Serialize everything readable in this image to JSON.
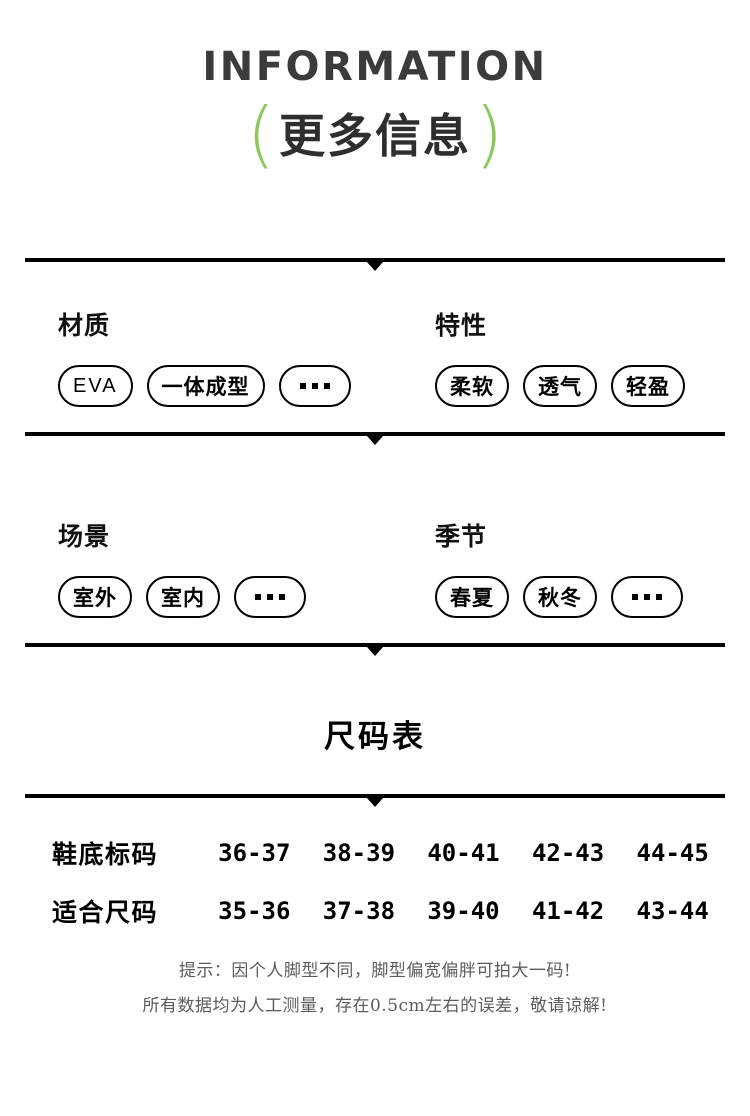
{
  "header": {
    "title": "INFORMATION",
    "paren_left": "(",
    "paren_right": ")",
    "subtitle": "更多信息",
    "accent_color": "#8cc75a",
    "title_color": "#3b3b3b"
  },
  "attributes": [
    {
      "left": {
        "label": "材质",
        "tags": [
          {
            "text": "EVA",
            "kind": "latin"
          },
          {
            "text": "一体成型",
            "kind": "cjk"
          },
          {
            "text": "···",
            "kind": "dots"
          }
        ]
      },
      "right": {
        "label": "特性",
        "tags": [
          {
            "text": "柔软",
            "kind": "cjk"
          },
          {
            "text": "透气",
            "kind": "cjk"
          },
          {
            "text": "轻盈",
            "kind": "cjk"
          }
        ]
      }
    },
    {
      "left": {
        "label": "场景",
        "tags": [
          {
            "text": "室外",
            "kind": "cjk"
          },
          {
            "text": "室内",
            "kind": "cjk"
          },
          {
            "text": "···",
            "kind": "dots"
          }
        ]
      },
      "right": {
        "label": "季节",
        "tags": [
          {
            "text": "春夏",
            "kind": "cjk"
          },
          {
            "text": "秋冬",
            "kind": "cjk"
          },
          {
            "text": "···",
            "kind": "dots"
          }
        ]
      }
    }
  ],
  "size_chart": {
    "title": "尺码表",
    "rows": [
      {
        "head": "鞋底标码",
        "cells": [
          "36-37",
          "38-39",
          "40-41",
          "42-43",
          "44-45"
        ]
      },
      {
        "head": "适合尺码",
        "cells": [
          "35-36",
          "37-38",
          "39-40",
          "41-42",
          "43-44"
        ]
      }
    ],
    "notes": [
      "提示：因个人脚型不同，脚型偏宽偏胖可拍大一码!",
      "所有数据均为人工测量，存在0.5cm左右的误差，敬请谅解!"
    ]
  }
}
